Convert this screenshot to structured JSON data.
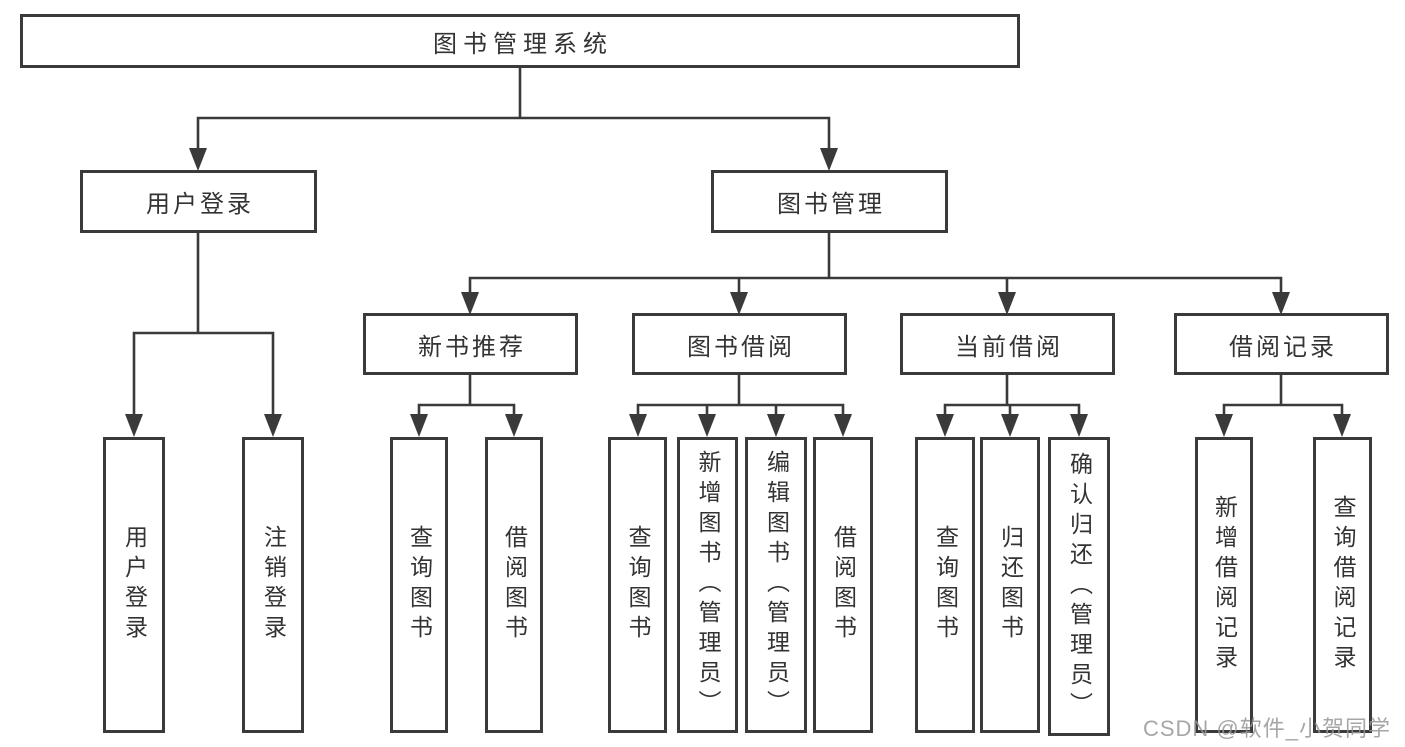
{
  "diagram": {
    "root": {
      "label": "图书管理系统"
    },
    "branches": [
      {
        "label": "用户登录",
        "children": [
          {
            "label": "用户登录"
          },
          {
            "label": "注销登录"
          }
        ]
      },
      {
        "label": "图书管理",
        "children": [
          {
            "label": "新书推荐",
            "children": [
              {
                "label": "查询图书"
              },
              {
                "label": "借阅图书"
              }
            ]
          },
          {
            "label": "图书借阅",
            "children": [
              {
                "label": "查询图书"
              },
              {
                "label": "新增图书（管理员）"
              },
              {
                "label": "编辑图书（管理员）"
              },
              {
                "label": "借阅图书"
              }
            ]
          },
          {
            "label": "当前借阅",
            "children": [
              {
                "label": "查询图书"
              },
              {
                "label": "归还图书"
              },
              {
                "label": "确认归还（管理员）"
              }
            ]
          },
          {
            "label": "借阅记录",
            "children": [
              {
                "label": "新增借阅记录"
              },
              {
                "label": "查询借阅记录"
              }
            ]
          }
        ]
      }
    ]
  },
  "watermark": "CSDN @软件_小贺同学",
  "colors": {
    "line": "#3a3a3a",
    "box_border": "#3a3a3a",
    "text": "#333333",
    "watermark": "#969696",
    "background": "#ffffff"
  }
}
